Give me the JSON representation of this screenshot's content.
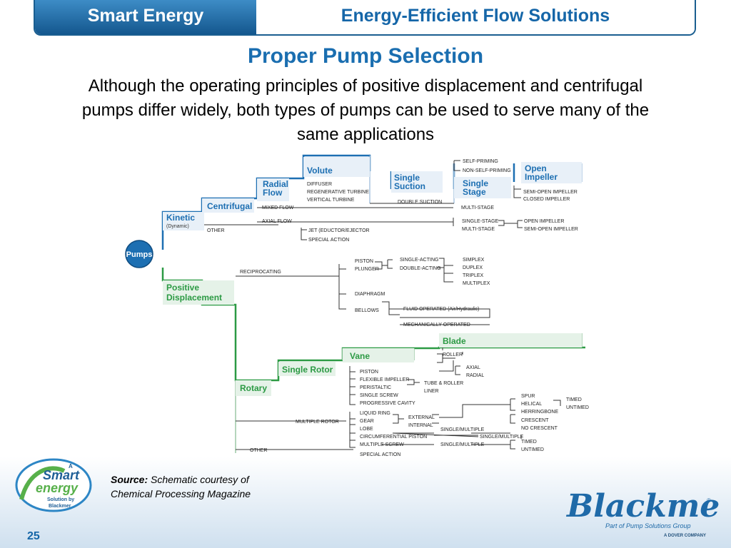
{
  "header": {
    "left": "Smart Energy",
    "right": "Energy-Efficient Flow Solutions"
  },
  "slide": {
    "title": "Proper Pump Selection",
    "body": "Although the operating principles of positive displacement and centrifugal pumps differ widely, both types of pumps can be used to serve many of the same applications"
  },
  "diagram": {
    "root": "Pumps",
    "kinetic": "Kinetic",
    "kinetic_sub": "(Dynamic)",
    "centrifugal": "Centrifugal",
    "radial_1": "Radial",
    "radial_2": "Flow",
    "volute": "Volute",
    "single_suction_1": "Single",
    "single_suction_2": "Suction",
    "single_stage_1": "Single",
    "single_stage_2": "Stage",
    "open_impeller_1": "Open",
    "open_impeller_2": "Impeller",
    "pd_1": "Positive",
    "pd_2": "Displacement",
    "rotary": "Rotary",
    "single_rotor": "Single Rotor",
    "vane": "Vane",
    "blade": "Blade",
    "labels": {
      "self_priming": "SELF-PRIMING",
      "non_self_priming": "NON-SELF-PRIMING",
      "diffuser": "DIFFUSER",
      "regen": "REGENERATIVE TURBINE",
      "vertical": "VERTICAL TURBINE",
      "double_suction": "DOUBLE SUCTION",
      "multi_stage": "MULTI-STAGE",
      "semi_open": "SEMI-OPEN IMPELLER",
      "closed": "CLOSED IMPELLER",
      "mixed_flow": "MIXED FLOW",
      "axial_flow": "AXIAL FLOW",
      "single_stage_l": "SINGLE-STAGE",
      "multi_stage_l": "MULTI-STAGE",
      "open_impeller_l": "OPEN IMPELLER",
      "semi_open_l": "SEMI-OPEN IMPELLER",
      "other": "OTHER",
      "jet": "JET (EDUCTOR/EJECTOR",
      "special": "SPECIAL ACTION",
      "reciprocating": "RECIPROCATING",
      "piston": "PISTON",
      "plunger": "PLUNGER",
      "single_acting": "SINGLE-ACTING",
      "double_acting": "DOUBLE-ACTING",
      "simplex": "SIMPLEX",
      "duplex": "DUPLEX",
      "triplex": "TRIPLEX",
      "multiplex": "MULTIPLEX",
      "diaphragm": "DIAPHRAGM",
      "bellows": "BELLOWS",
      "fluid_operated": "FLUID OPERATED (Air/Hydraulic)",
      "mech_operated": "MECHANICALLY OPERATED",
      "roller": "ROLLER",
      "axial": "AXIAL",
      "radial": "RADIAL",
      "piston2": "PISTON",
      "flex_impeller": "FLEXIBLE IMPELLER",
      "peristaltic": "PERISTALTIC",
      "tube_roller": "TUBE & ROLLER",
      "liner": "LINER",
      "single_screw": "SINGLE SCREW",
      "prog_cavity": "PROGRESSIVE CAVITY",
      "spur": "SPUR",
      "helical": "HELICAL",
      "herringbone": "HERRINGBONE",
      "timed": "TIMED",
      "untimed": "UNTIMED",
      "multiple_rotor": "MULTIPLE ROTOR",
      "liquid_ring": "LIQUID RING",
      "gear": "GEAR",
      "lobe": "LOBE",
      "circ_piston": "CIRCUMFERENTIAL PISTON",
      "multiple_screw": "MULTIPLE SCREW",
      "external": "EXTERNAL",
      "internal": "INTERNAL",
      "crescent": "CRESCENT",
      "no_crescent": "NO CRESCENT",
      "single_multiple_1": "SINGLE/MULTIPLE",
      "single_multiple_2": "SINGLE/MULTIPLE",
      "single_multiple_3": "SINGLE/MULTIPLE",
      "timed2": "TIMED",
      "untimed2": "UNTIMED",
      "other2": "OTHER",
      "special2": "SPECIAL ACTION"
    }
  },
  "source": {
    "label": "Source:",
    "line1": "Schematic courtesy of",
    "line2": "Chemical Processing Magazine"
  },
  "page_number": "25",
  "logos": {
    "smart_a": "A",
    "smart_word": "Smart",
    "energy_word": "energy",
    "solution_1": "Solution by",
    "solution_2": "Blackmer",
    "blackmer_word": "Blackmer",
    "blackmer_reg": "®",
    "blackmer_tag": "Part of Pump Solutions Group",
    "dover": "A DOVER COMPANY"
  },
  "colors": {
    "blue": "#1d6fb2",
    "green": "#2c9a44",
    "header_blue": "#14578e"
  }
}
